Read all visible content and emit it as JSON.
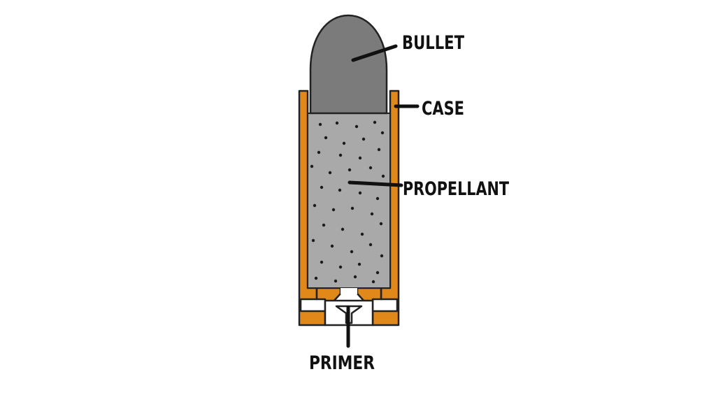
{
  "labels": {
    "bullet": "BULLET",
    "case": "CASE",
    "propellant": "PROPELLANT",
    "primer": "PRIMER"
  },
  "colors": {
    "background": "#ffffff",
    "case_fill": "#e0891a",
    "case_outline": "#222222",
    "bullet_fill": "#7b7b7b",
    "propellant_fill": "#a9a9a9",
    "propellant_grain": "#1a1a1a",
    "primer_fill": "#ffffff",
    "leader_line": "#111111"
  }
}
